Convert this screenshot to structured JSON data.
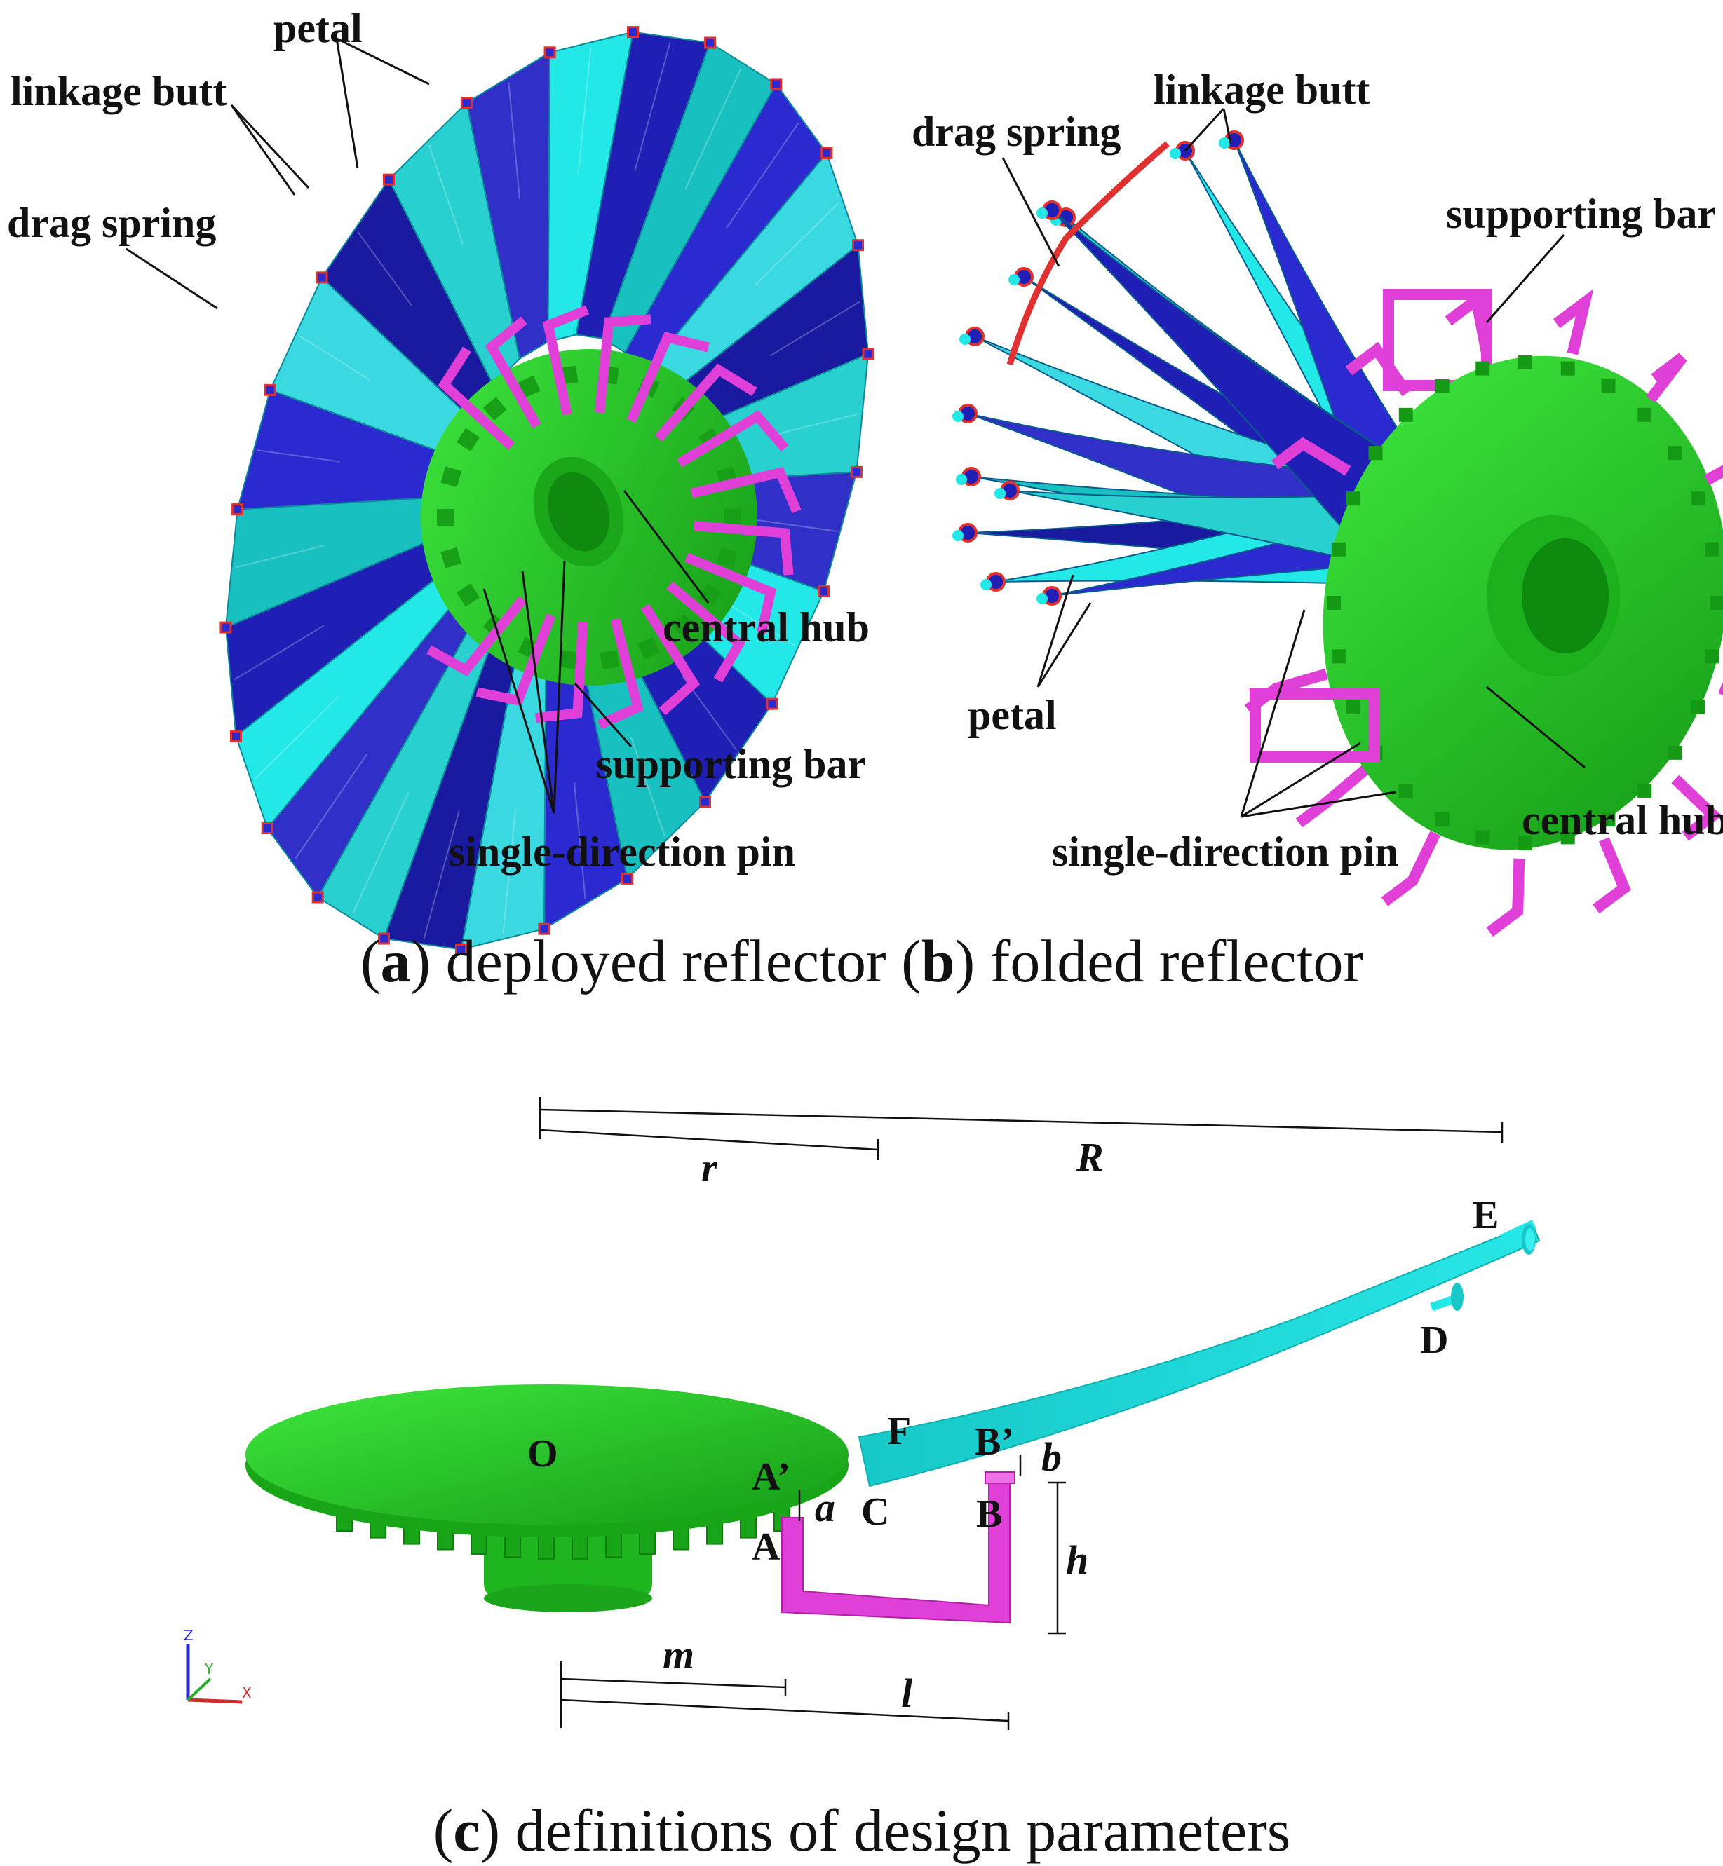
{
  "panel_a": {
    "labels": {
      "petal": "petal",
      "linkage_butt": "linkage butt",
      "drag_spring": "drag spring",
      "central_hub": "central hub",
      "supporting_bar": "supporting bar",
      "single_direction_pin": "single-direction pin"
    }
  },
  "panel_b": {
    "labels": {
      "linkage_butt": "linkage butt",
      "drag_spring": "drag spring",
      "supporting_bar": "supporting bar",
      "petal": "petal",
      "central_hub": "central hub",
      "single_direction_pin": "single-direction pin"
    }
  },
  "caption_ab": {
    "a_letter": "a",
    "a_text": "deployed reflector",
    "b_letter": "b",
    "b_text": "folded reflector"
  },
  "panel_c": {
    "params": {
      "r": "r",
      "R": "R",
      "m": "m",
      "l": "l",
      "a": "a",
      "b": "b",
      "h": "h"
    },
    "points": {
      "O": "O",
      "A": "A",
      "A_prime": "A’",
      "B": "B",
      "B_prime": "B’",
      "C": "C",
      "D": "D",
      "E": "E",
      "F": "F"
    },
    "axes": {
      "z": "Z",
      "y": "Y",
      "x": "X"
    }
  },
  "caption_c": {
    "c_letter": "c",
    "c_text": "definitions of design parameters"
  },
  "colors": {
    "petal_light": "#22e8e8",
    "petal_dark": "#1f1fb5",
    "hub": "#22c422",
    "supporting_bar": "#e040d8",
    "drag_spring": "#e03030"
  },
  "icons": [
    "coordinate-triad-icon"
  ]
}
